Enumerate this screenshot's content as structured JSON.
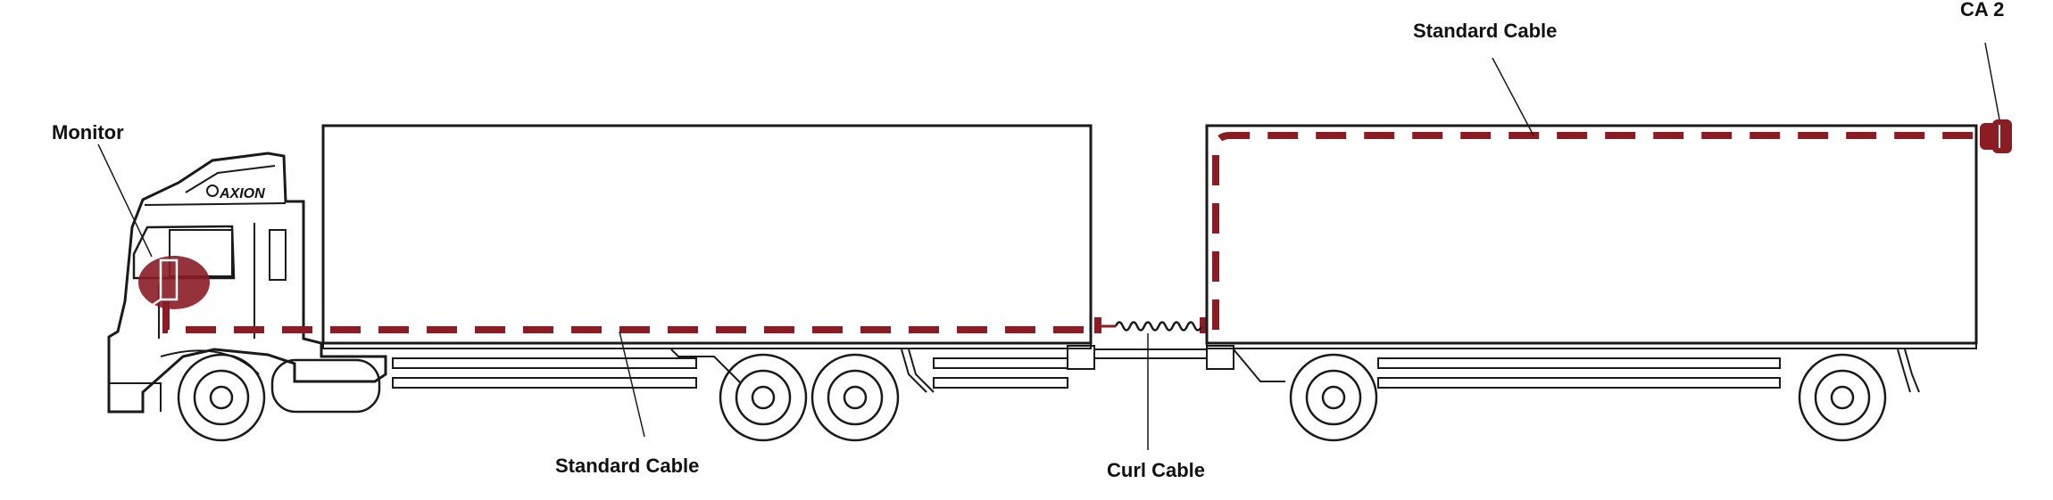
{
  "labels": {
    "monitor": "Monitor",
    "standard_cable_truck": "Standard Cable",
    "curl_cable": "Curl Cable",
    "standard_cable_trailer": "Standard Cable",
    "ca2": "CA 2",
    "cab_logo": "AXION"
  },
  "colors": {
    "cable": "#8b1c24",
    "outline": "#1a1a1a",
    "background": "#ffffff"
  },
  "icons": {
    "cab_logo_mark": "axion-logo-icon",
    "camera": "camera-icon",
    "monitor": "monitor-icon"
  }
}
